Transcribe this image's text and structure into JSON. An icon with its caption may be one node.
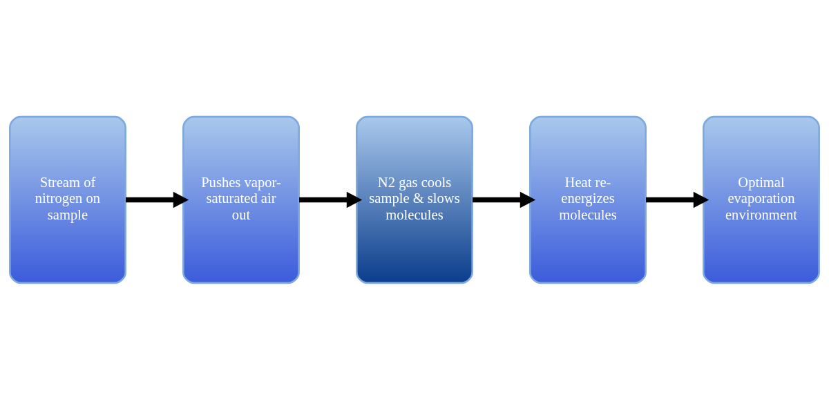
{
  "diagram": {
    "nodes": [
      {
        "text": [
          "Stream of nitrogen on sample"
        ]
      },
      {
        "text": [
          "Pushes vapor-saturated air out"
        ]
      },
      {
        "text": [
          "N2 gas cools sample & slows molecules"
        ]
      },
      {
        "text": [
          "Heat re-energizes molecules"
        ]
      },
      {
        "text": [
          "Optimal evaporation environment"
        ]
      }
    ],
    "edges": [
      {
        "from": 0,
        "to": 1,
        "arrow": "to"
      },
      {
        "from": 1,
        "to": 2,
        "arrow": "to"
      },
      {
        "from": 2,
        "to": 3,
        "arrow": "to"
      },
      {
        "from": 3,
        "to": 4,
        "arrow": "to"
      }
    ]
  }
}
